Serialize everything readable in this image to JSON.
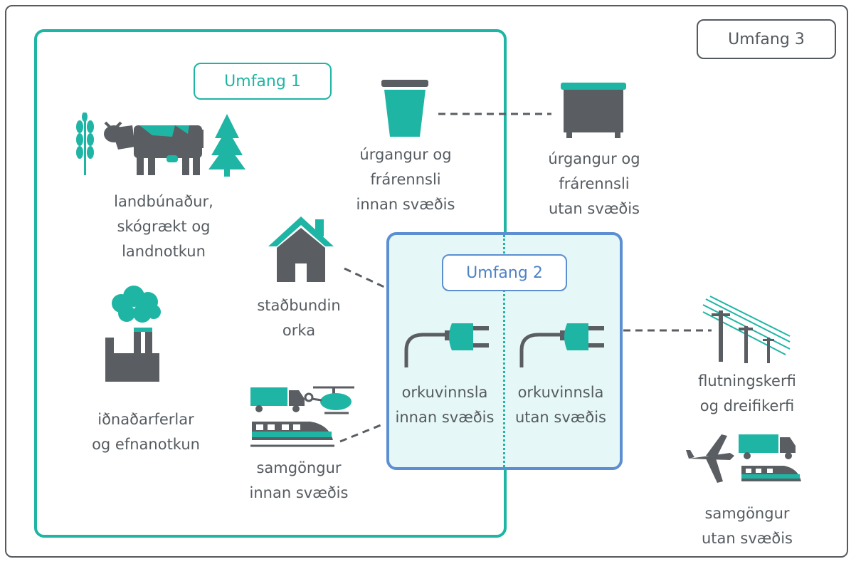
{
  "scopes": {
    "scope1": "Umfang 1",
    "scope2": "Umfang 2",
    "scope3": "Umfang 3"
  },
  "nodes": {
    "agriculture": {
      "line1": "landbúnaður,",
      "line2": "skógrækt og",
      "line3": "landnotkun"
    },
    "waste_inside": {
      "line1": "úrgangur og",
      "line2": "frárennsli",
      "line3": "innan svæðis"
    },
    "waste_outside": {
      "line1": "úrgangur og",
      "line2": "frárennsli",
      "line3": "utan svæðis"
    },
    "stationary_energy": {
      "line1": "staðbundin",
      "line2": "orka"
    },
    "industry": {
      "line1": "iðnaðarferlar",
      "line2": "og efnanotkun"
    },
    "energy_inside": {
      "line1": "orkuvinnsla",
      "line2": "innan svæðis"
    },
    "energy_outside": {
      "line1": "orkuvinnsla",
      "line2": "utan svæðis"
    },
    "transport_inside": {
      "line1": "samgöngur",
      "line2": "innan svæðis"
    },
    "grid": {
      "line1": "flutningskerfi",
      "line2": "og dreifikerfi"
    },
    "transport_outside": {
      "line1": "samgöngur",
      "line2": "utan svæðis"
    }
  },
  "colors": {
    "teal": "#1fb5a4",
    "gray": "#5a5e62",
    "blue": "#5b8fd1",
    "scope2_fill": "#e6f7f8"
  },
  "icons": [
    "wheat-icon",
    "cow-icon",
    "tree-icon",
    "trash-can-icon",
    "dumpster-icon",
    "house-icon",
    "factory-icon",
    "cloud-icon",
    "truck-icon",
    "helicopter-icon",
    "train-icon",
    "plug-icon",
    "power-lines-icon",
    "airplane-icon"
  ]
}
